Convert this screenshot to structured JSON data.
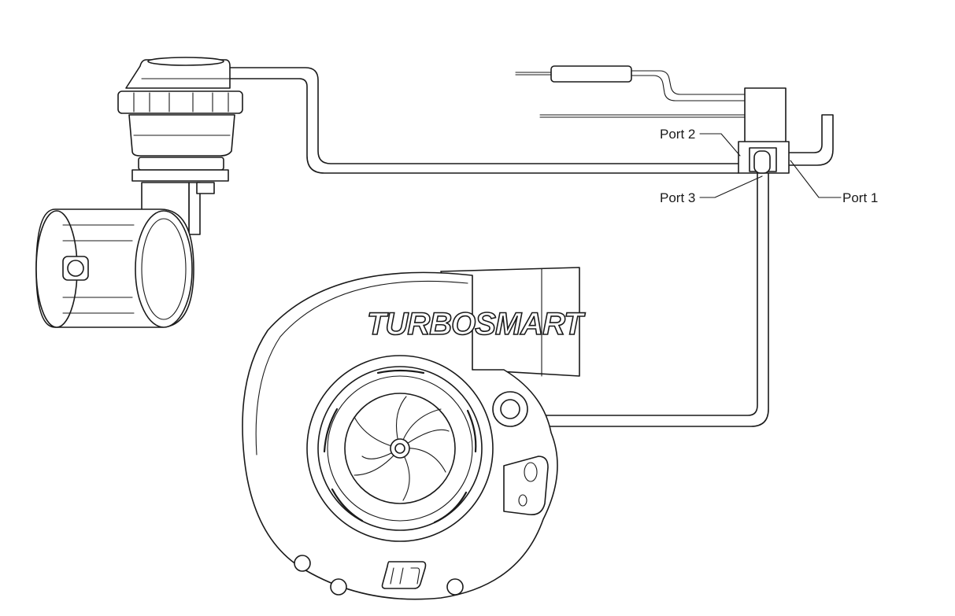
{
  "diagram": {
    "brand_text": "TURBOSMART",
    "ports": {
      "port1": "Port 1",
      "port2": "Port 2",
      "port3": "Port 3"
    }
  },
  "colors": {
    "stroke": "#1a1a1a",
    "background": "#ffffff"
  }
}
